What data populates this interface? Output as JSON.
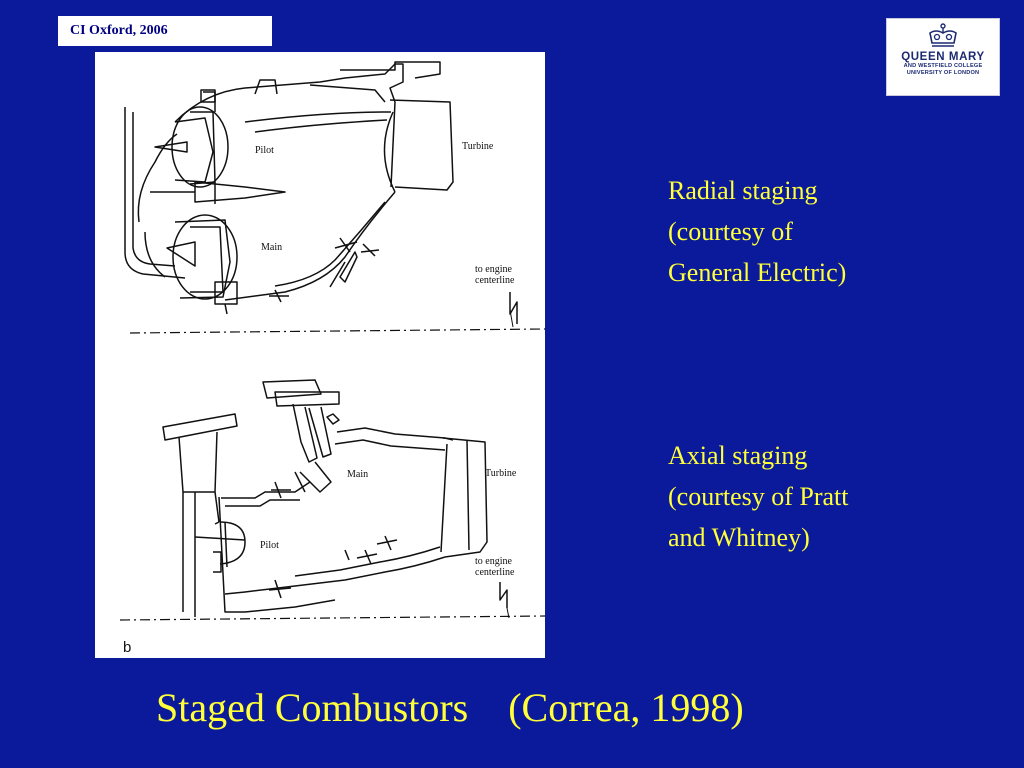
{
  "header": {
    "tag": "CI  Oxford, 2006"
  },
  "logo": {
    "name": "QUEEN MARY",
    "line1": "AND WESTFIELD COLLEGE",
    "line2": "UNIVERSITY OF LONDON"
  },
  "figure": {
    "radial": {
      "pilot": "Pilot",
      "turbine": "Turbine",
      "main": "Main",
      "centerline_1": "to engine",
      "centerline_2": "centerline"
    },
    "axial": {
      "main": "Main",
      "turbine": "Turbine",
      "pilot": "Pilot",
      "centerline_1": "to engine",
      "centerline_2": "centerline"
    },
    "panel_letter": "b"
  },
  "captions": {
    "radial": [
      "Radial staging",
      "(courtesy of",
      "General Electric)"
    ],
    "axial": [
      "Axial staging",
      "(courtesy of Pratt",
      "and Whitney)"
    ]
  },
  "title": "Staged Combustors    (Correa, 1998)",
  "colors": {
    "background": "#0a1a9a",
    "caption_text": "#ffff3a",
    "tag_text": "#000080",
    "logo_text": "#1c2a72"
  }
}
